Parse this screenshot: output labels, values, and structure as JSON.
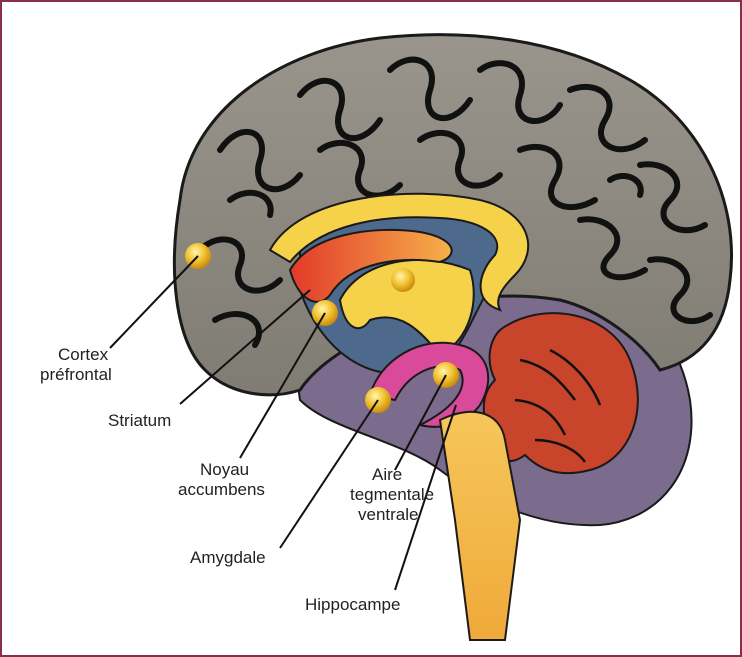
{
  "labels": {
    "cortex_line1": "Cortex",
    "cortex_line2": "préfrontal",
    "striatum": "Striatum",
    "noyau_line1": "Noyau",
    "noyau_line2": "accumbens",
    "amygdale": "Amygdale",
    "aire_line1": "Aire",
    "aire_line2": "tegmentale",
    "aire_line3": "ventrale",
    "hippocampe": "Hippocampe"
  },
  "colors": {
    "border": "#8a2f4a",
    "cortex_gray": "#8c8c85",
    "brainstem_purple": "#7b6b8d",
    "cerebellum_red": "#c8442a",
    "pathway_yellow": "#f6d24a",
    "ventricle_blue": "#4d6a8c",
    "node_yellow": "#f2c12e"
  }
}
